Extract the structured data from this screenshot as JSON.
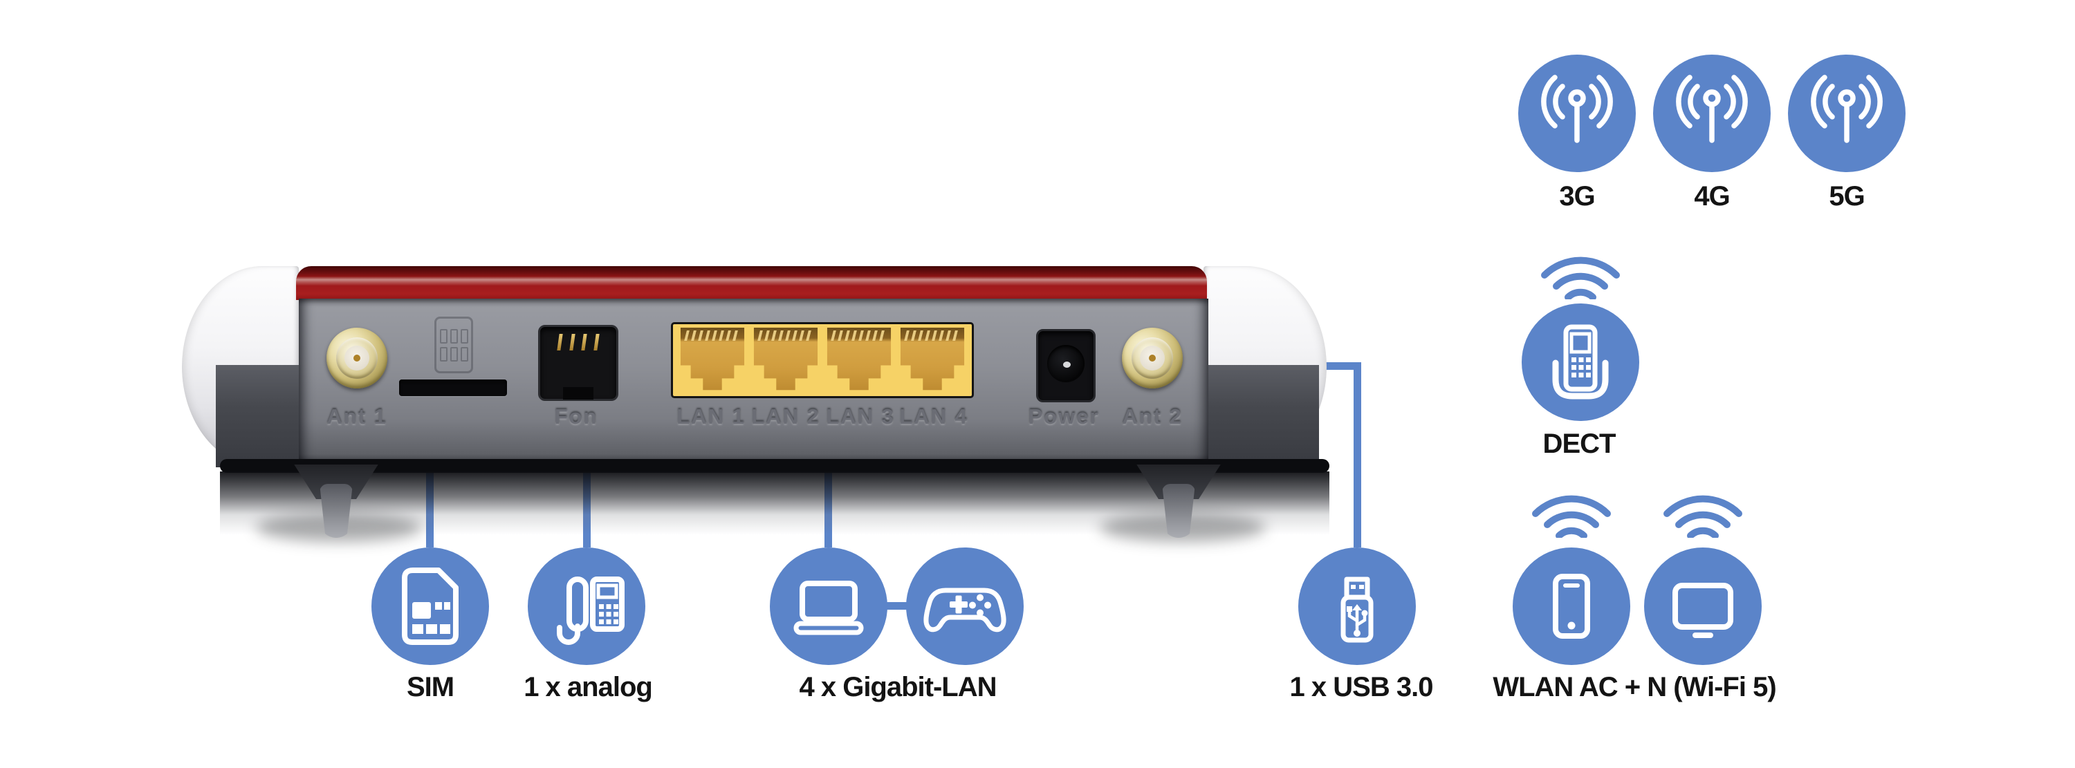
{
  "meta": {
    "accent_blue": "#5b84c9",
    "router_red": "#a01a1b",
    "lan_yellow": "#f6d266",
    "background": "#ffffff"
  },
  "router": {
    "ports": [
      {
        "id": "ant1",
        "label": "Ant 1"
      },
      {
        "id": "fon",
        "label": "Fon"
      },
      {
        "id": "lan1",
        "label": "LAN 1"
      },
      {
        "id": "lan2",
        "label": "LAN 2"
      },
      {
        "id": "lan3",
        "label": "LAN 3"
      },
      {
        "id": "lan4",
        "label": "LAN 4"
      },
      {
        "id": "power",
        "label": "Power"
      },
      {
        "id": "ant2",
        "label": "Ant 2"
      }
    ]
  },
  "features": {
    "cellular": [
      {
        "icon": "cellular-antenna-icon",
        "label": "3G"
      },
      {
        "icon": "cellular-antenna-icon",
        "label": "4G"
      },
      {
        "icon": "cellular-antenna-icon",
        "label": "5G"
      }
    ],
    "dect": {
      "icon": "dect-handset-icon",
      "label": "DECT"
    },
    "sim": {
      "icon": "sim-card-icon",
      "label": "SIM"
    },
    "analog": {
      "icon": "analog-phone-icon",
      "label": "1 x analog"
    },
    "lan": {
      "icons": [
        "laptop-icon",
        "gamepad-icon"
      ],
      "label": "4 x Gigabit-LAN"
    },
    "usb": {
      "icon": "usb-stick-icon",
      "label": "1 x USB 3.0"
    },
    "wlan": {
      "icons": [
        "smartphone-icon",
        "monitor-icon"
      ],
      "label": "WLAN AC + N (Wi-Fi 5)"
    }
  }
}
